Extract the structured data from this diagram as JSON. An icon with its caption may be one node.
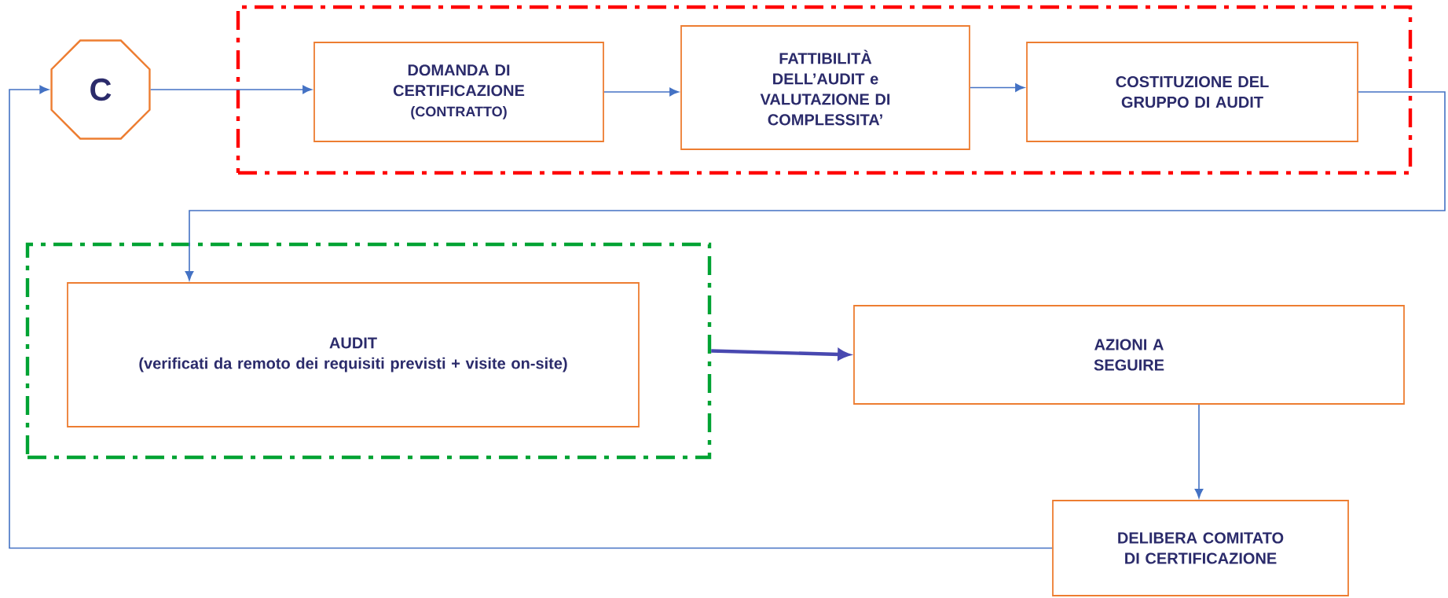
{
  "diagram": {
    "nodes": [
      {
        "text": [
          "C"
        ]
      },
      {
        "text": [],
        "shape": "box"
      },
      {
        "text": [
          "DOMANDA DI CERTIFICAZIONE",
          "(CONTRATTO)"
        ],
        "in": 1
      },
      {
        "text": [
          "FATTIBILITÀ DELL’AUDIT e VALUTAZIONE DI COMPLESSITA’"
        ],
        "in": 1
      },
      {
        "text": [
          "COSTITUZIONE DEL GRUPPO DI AUDIT"
        ],
        "in": 1
      },
      {
        "text": [],
        "shape": "box"
      },
      {
        "text": [
          "AUDIT",
          "(verificati da remoto dei requisiti previsti + visite on-site)"
        ],
        "in": 5
      },
      {
        "text": [
          "AZIONI A SEGUIRE"
        ]
      },
      {
        "text": [
          "DELIBERA COMITATO DI CERTIFICAZIONE"
        ]
      }
    ],
    "edges": [
      {
        "from": 0,
        "to": 2,
        "arrow": "to"
      },
      {
        "from": 2,
        "to": 3,
        "arrow": "to"
      },
      {
        "from": 3,
        "to": 4,
        "arrow": "to"
      },
      {
        "from": 4,
        "to": 6,
        "arrow": "to"
      },
      {
        "from": 5,
        "to": 7,
        "arrow": "to",
        "style": "thick",
        "color": "#4848b0"
      },
      {
        "from": 7,
        "to": 8,
        "arrow": "to"
      },
      {
        "from": 8,
        "to": 0,
        "arrow": "to"
      }
    ]
  }
}
